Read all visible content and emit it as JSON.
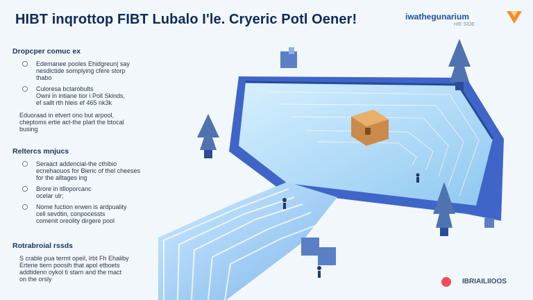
{
  "header": {
    "title": "HIBT inqrottop FIBT Lubalo I'le. Cryeric Potl Oener!"
  },
  "brand": {
    "name": "iwathegunarium",
    "subtitle": "HIE SIDE"
  },
  "left_panel": {
    "sections": [
      {
        "heading": "Dropcper comuc ex",
        "bullets": [
          [
            "Edemanee pooles Ehidgreun| say",
            "nesdictide somplying cfere storp",
            "thabo"
          ],
          [
            "Culoresa bctarobults",
            "Owni in intiane tior i Poll Skinds,",
            "ef sallt rth hleis ef 465 nk3k"
          ]
        ],
        "paragraph": [
          "Eduoraad in etvert ono but arpool,",
          "cheptoms ertie act-the plart the btocal",
          "busing"
        ]
      },
      {
        "heading": "Reltercs mnjucs",
        "bullets": [
          [
            "Seraact addencial-the cthibio",
            "ecnehaouos for Bieric of thel cheeses",
            "for the alltages ing"
          ],
          [
            "Brore in itlloporcanc",
            "ocelar ulr;"
          ],
          [
            "Nome fuction erwen is ardpuality",
            "cell sevdtin, conpocessts",
            "comenit oreolity dirgere pool"
          ]
        ]
      },
      {
        "heading": "Rotrabroial rssds",
        "paragraph": [
          "S crable pua termt opeil, lrbt Fh Ehaliby",
          "Erterie tiern poosih that apol etboets",
          "addtidenn oykol ti starn and the mact",
          "on the orsly"
        ]
      }
    ]
  },
  "footer": {
    "brand": "IBRIAILIIOOS"
  },
  "colors": {
    "background": "#f2f7fc",
    "title": "#0e2a56",
    "pool_rim": "#3f65c8",
    "pool_water": "#a7d7f4",
    "tree": "#4e73b0",
    "tree_base": "#2d4a99",
    "chest": "#c98a4b",
    "accent_logo": "#f28d2b",
    "footer_icon": "#f04e55"
  },
  "icons": [
    "brand-logo-icon",
    "treasure-chest-icon",
    "tree-icon",
    "footer-logo-icon"
  ]
}
